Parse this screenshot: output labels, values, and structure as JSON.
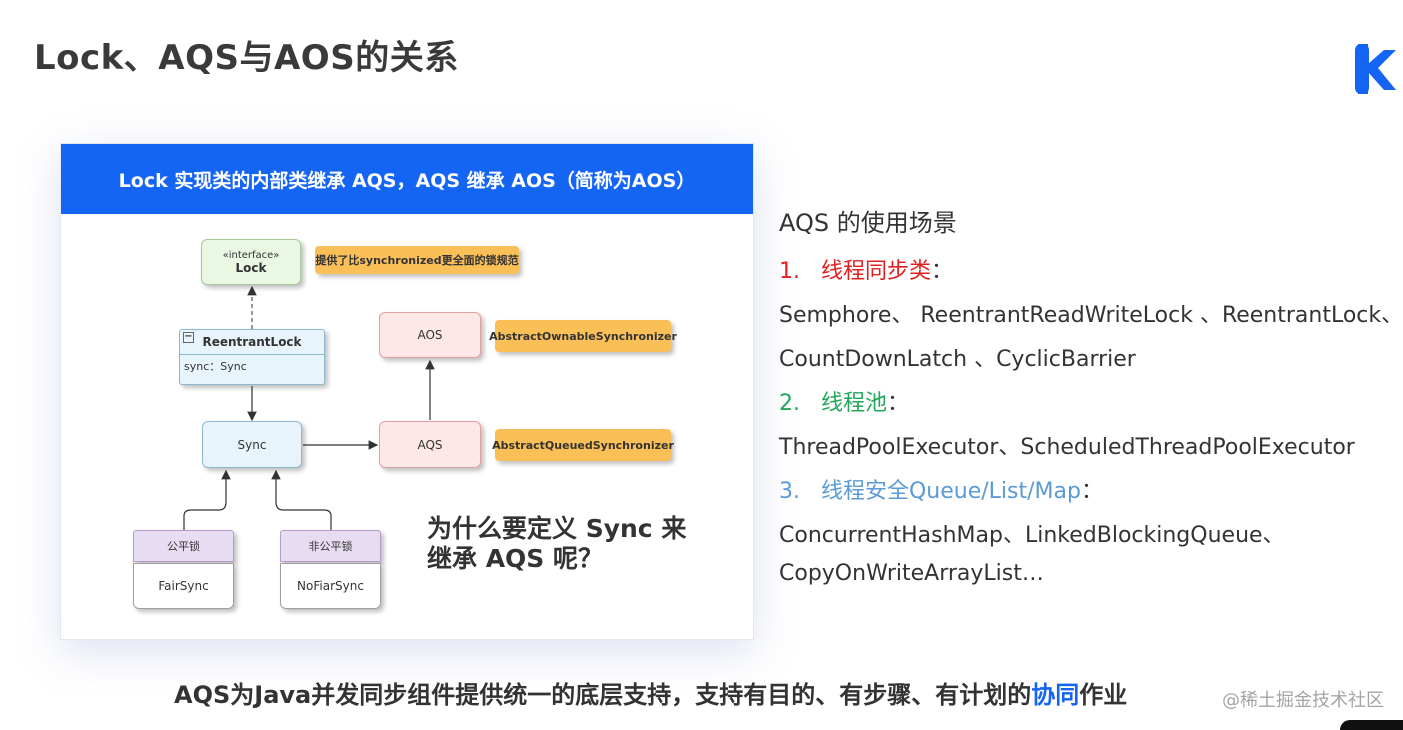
{
  "title": "Lock、AQS与AOS的关系",
  "card": {
    "header": "Lock 实现类的内部类继承 AQS，AQS 继承 AOS（简称为AOS）"
  },
  "diagram": {
    "lock": {
      "stereotype": "«interface»",
      "name": "Lock"
    },
    "lock_note": "提供了比synchronized更全面的锁规范",
    "reentrant": {
      "name": "ReentrantLock",
      "field": "sync：Sync",
      "collapse": "−"
    },
    "sync": "Sync",
    "aos": "AOS",
    "aos_note": "AbstractOwnableSynchronizer",
    "aqs": "AQS",
    "aqs_note": "AbstractQueuedSynchronizer",
    "fair_label": "公平锁",
    "fair_class": "FairSync",
    "nonfair_label": "非公平锁",
    "nonfair_class": "NoFiarSync"
  },
  "question": [
    "为什么要定义 Sync 来",
    "继承 AQS 呢？"
  ],
  "usage": {
    "heading": "AQS 的使用场景",
    "items": [
      {
        "num": "1.",
        "label": "线程同步类",
        "colon": "：",
        "lines": [
          "Semphore、 ReentrantReadWriteLock 、ReentrantLock、",
          "CountDownLatch 、CyclicBarrier"
        ]
      },
      {
        "num": "2.",
        "label": "线程池",
        "colon": "：",
        "lines": [
          "ThreadPoolExecutor、ScheduledThreadPoolExecutor"
        ]
      },
      {
        "num": "3.",
        "label": "线程安全Queue/List/Map",
        "colon": "：",
        "lines": [
          "ConcurrentHashMap、LinkedBlockingQueue、",
          "CopyOnWriteArrayList…"
        ]
      }
    ]
  },
  "bottom": {
    "text": "AQS为Java并发同步组件提供统一的底层支持，支持有目的、有步骤、有计划的",
    "highlight": "协同",
    "tail": "作业"
  },
  "watermark": "@稀土掘金技术社区",
  "colors": {
    "accent": "#1565f5",
    "red": "#e02020",
    "green": "#22a65a",
    "blue": "#5a9ad5",
    "note": "#fbbf58"
  }
}
